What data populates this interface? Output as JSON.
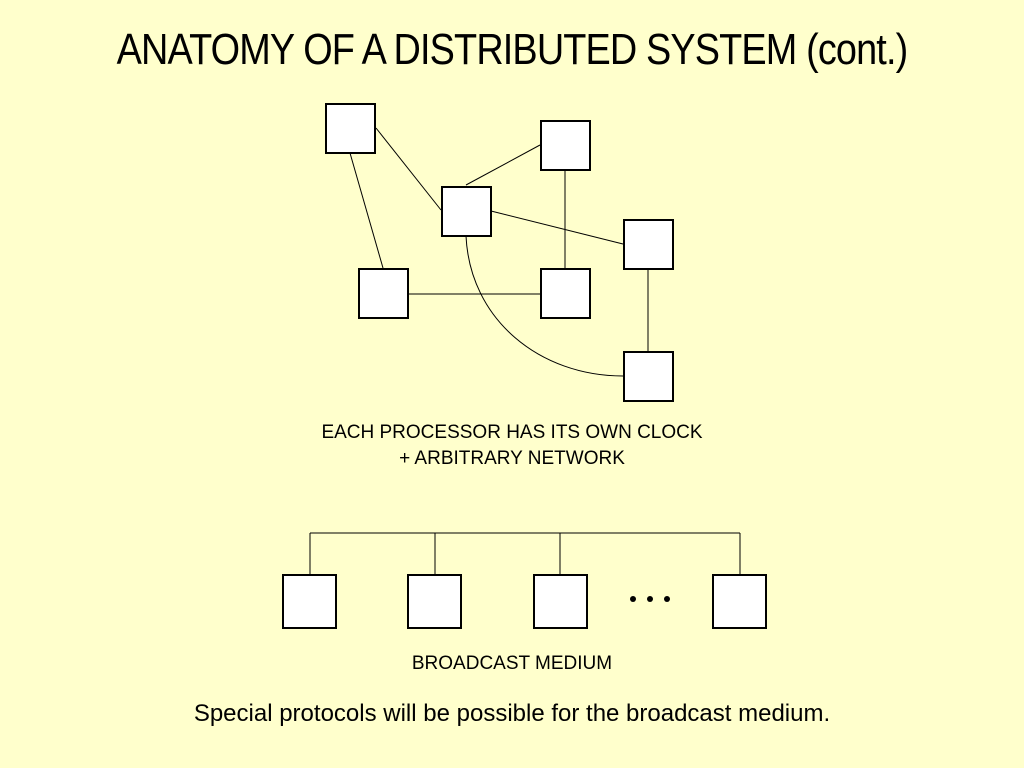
{
  "slide": {
    "title": "ANATOMY OF A DISTRIBUTED SYSTEM (cont.)",
    "network_caption_line1": "EACH PROCESSOR HAS ITS OWN CLOCK",
    "network_caption_line2": "+ ARBITRARY NETWORK",
    "broadcast_caption": "BROADCAST MEDIUM",
    "footer": "Special protocols will be possible for the broadcast medium.",
    "ellipsis": "•••"
  },
  "colors": {
    "background": "#ffffcc",
    "node_fill": "#ffffff",
    "stroke": "#000000"
  }
}
